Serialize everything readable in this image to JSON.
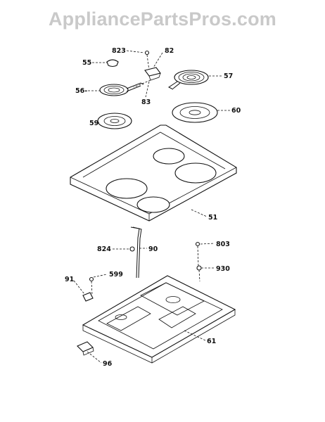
{
  "watermark": "AppliancePartsPros.com",
  "callouts": {
    "c823": "823",
    "c82": "82",
    "c55": "55",
    "c57": "57",
    "c56": "56-",
    "c83": "83",
    "c59": "59",
    "c60": "60",
    "c51": "51",
    "c824": "824",
    "c90": "90",
    "c803": "803",
    "c930": "930",
    "c91": "91",
    "c599": "599",
    "c61": "61",
    "c96": "96"
  }
}
